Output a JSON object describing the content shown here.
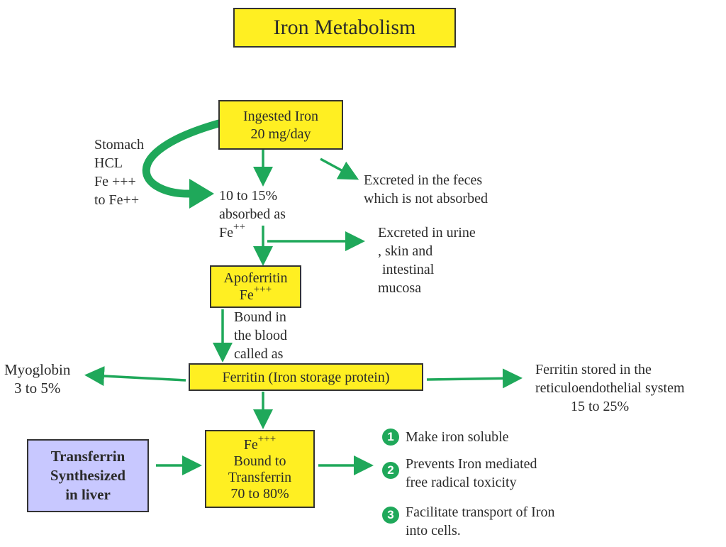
{
  "title": "Iron Metabolism",
  "ingested": {
    "line1": "Ingested Iron",
    "line2": "20 mg/day"
  },
  "stomach": {
    "line1": "Stomach",
    "line2": "HCL",
    "line3": "Fe +++",
    "line4": "to Fe++"
  },
  "feces": {
    "line1": "Excreted in the feces",
    "line2": "which is not absorbed"
  },
  "absorbed": {
    "line1": "10 to 15%",
    "line2": "absorbed as",
    "line3": "Fe",
    "line3_sup": "++"
  },
  "urine": {
    "line1": "Excreted in urine",
    "line2": ", skin and",
    "line3": "intestinal",
    "line4": "mucosa"
  },
  "apoferritin": {
    "line1": "Apoferritin",
    "line2": "Fe",
    "line2_sup": "+++"
  },
  "bound_blood": {
    "line1": "Bound in",
    "line2": "the blood",
    "line3": "called as"
  },
  "ferritin": {
    "label": "Ferritin (Iron storage protein)"
  },
  "myoglobin": {
    "line1": "Myoglobin",
    "line2": "3 to 5%"
  },
  "ferritin_stored": {
    "line1": "Ferritin stored in the",
    "line2": "reticuloendothelial system",
    "line3": "15 to 25%"
  },
  "fe_transferrin": {
    "line1": "Fe",
    "line1_sup": "+++",
    "line2": "Bound to",
    "line3": "Transferrin",
    "line4": "70 to 80%"
  },
  "transferrin_liver": {
    "line1": "Transferrin",
    "line2": "Synthesized",
    "line3": "in liver"
  },
  "functions": [
    {
      "num": "1",
      "line1": "Make iron soluble",
      "line2": ""
    },
    {
      "num": "2",
      "line1": "Prevents Iron  mediated",
      "line2": "free radical toxicity"
    },
    {
      "num": "3",
      "line1": "Facilitate transport of Iron",
      "line2": "into cells."
    }
  ],
  "colors": {
    "box_yellow": "#ffef22",
    "liver_box": "#c8c8ff",
    "arrow_green": "#1fa85a"
  }
}
